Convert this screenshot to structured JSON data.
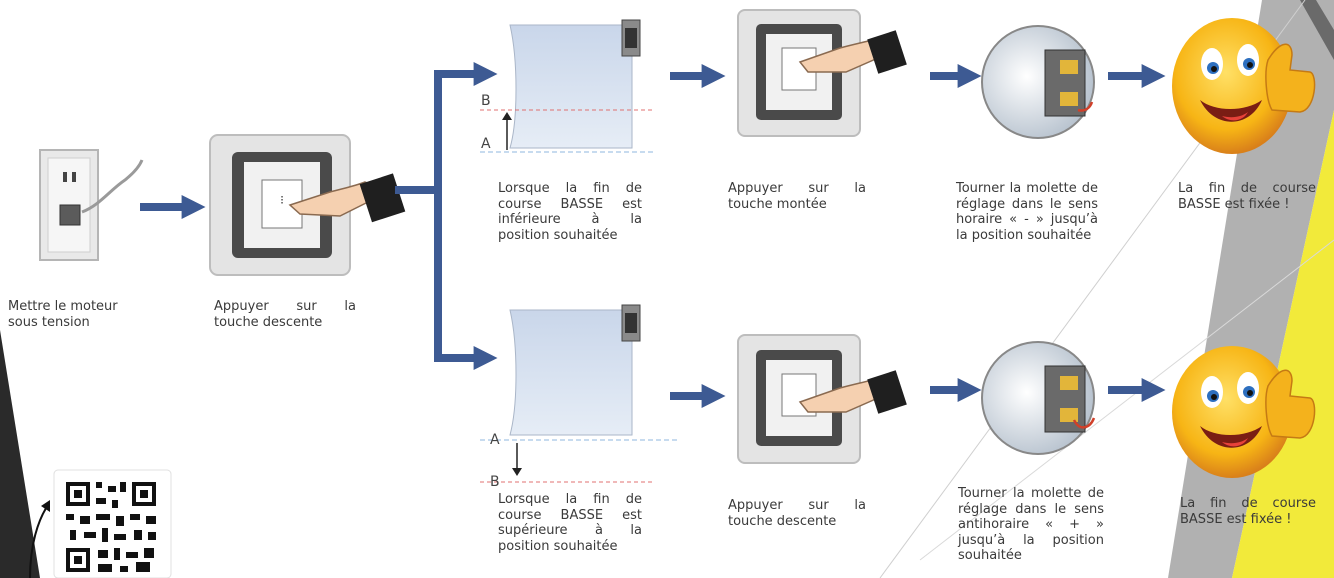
{
  "captions": {
    "power_on": "Mettre le moteur sous tension",
    "press_down_1": "Appuyer sur la touche descente",
    "case_lower": "Lorsque la fin de course BASSE est inférieure à la position souhaitée",
    "press_up": "Appuyer sur la touche montée",
    "turn_clockwise": "Tourner la molette de réglage dans le sens horaire « - » jusqu’à la position souhaitée",
    "result_top": "La fin de course BASSE est fixée !",
    "case_higher": "Lorsque la fin de course BASSE est supérieure à la position souhaitée",
    "press_down_2": "Appuyer sur la touche descente",
    "turn_counterclockwise": "Tourner la molette de réglage dans le sens antihoraire « + » jusqu’à la position souhaitée",
    "result_bottom": "La fin de course BASSE est fixée !"
  },
  "marks": {
    "top_b": "B",
    "top_a": "A",
    "bottom_a": "A",
    "bottom_b": "B"
  },
  "colors": {
    "arrow": "#3d5a93",
    "accent_yellow": "#f2ea3a",
    "dark_band": "#2a2a2a",
    "grey_band": "#a9a9a9"
  },
  "icons": [
    "power-outlet-icon",
    "switch-panel-icon",
    "hand-pointer-icon",
    "roller-shutter-icon",
    "motor-head-icon",
    "adjust-dial-icon",
    "thumbs-up-emoji-icon",
    "qr-code-icon",
    "curved-arrow-icon"
  ]
}
